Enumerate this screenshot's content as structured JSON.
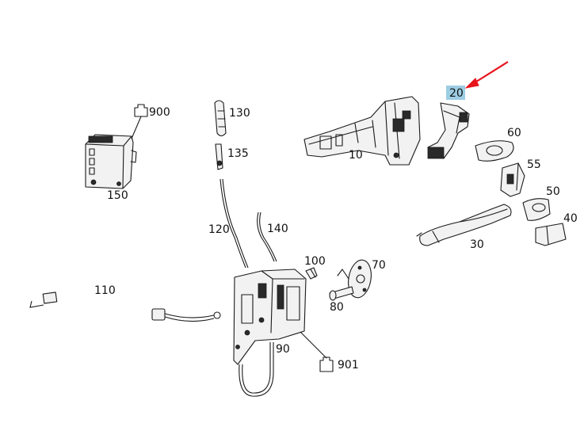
{
  "diagram": {
    "labels": {
      "p10": "10",
      "p20": "20",
      "p30": "30",
      "p40": "40",
      "p50": "50",
      "p55": "55",
      "p60": "60",
      "p70": "70",
      "p80": "80",
      "p90": "90",
      "p100": "100",
      "p110": "110",
      "p120": "120",
      "p130": "130",
      "p135": "135",
      "p140": "140",
      "p150": "150",
      "p900": "900",
      "p901": "901"
    },
    "highlight_color": "#9ccde3",
    "arrow_color": "#e8141c"
  }
}
